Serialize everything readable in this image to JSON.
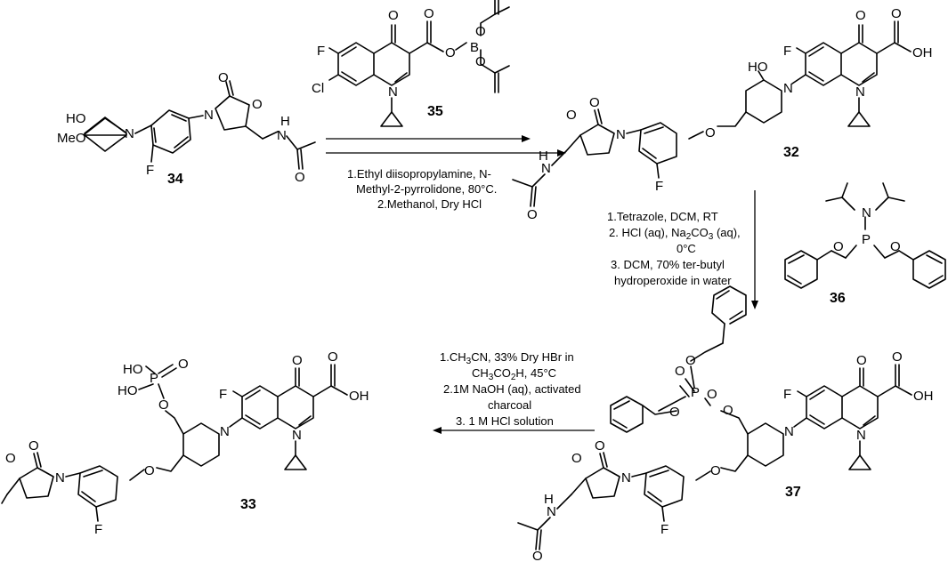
{
  "compounds": {
    "c34": "34",
    "c35": "35",
    "c32": "32",
    "c36": "36",
    "c37": "37",
    "c33": "33"
  },
  "atoms": {
    "HO": "HO",
    "MeO": "MeO",
    "N": "N",
    "O": "O",
    "F": "F",
    "H": "H",
    "Cl": "Cl",
    "B": "B",
    "OH": "OH",
    "P": "P"
  },
  "step1": {
    "line1": "1.Ethyl diisopropylamine, N-",
    "line2": "Methyl-2-pyrrolidone, 80°C.",
    "line3": "2.Methanol, Dry HCl"
  },
  "step2": {
    "line1": "1.Tetrazole, DCM, RT",
    "line2": "2. HCl (aq), Na",
    "line2_sub": "2",
    "line2_tail": "CO",
    "line2_sub2": "3",
    "line2_end": " (aq),",
    "line3": "0°C",
    "line4": "3.  DCM, 70% ter-butyl",
    "line5": "hydroperoxide in water"
  },
  "step3": {
    "line1_a": "1.CH",
    "line1_s1": "3",
    "line1_b": "CN, 33% Dry HBr in",
    "line2_a": "CH",
    "line2_s1": "3",
    "line2_b": "CO",
    "line2_s2": "2",
    "line2_c": "H, 45°C",
    "line3": "2.1M NaOH (aq), activated",
    "line4": "charcoal",
    "line5": "3. 1 M HCl solution"
  }
}
